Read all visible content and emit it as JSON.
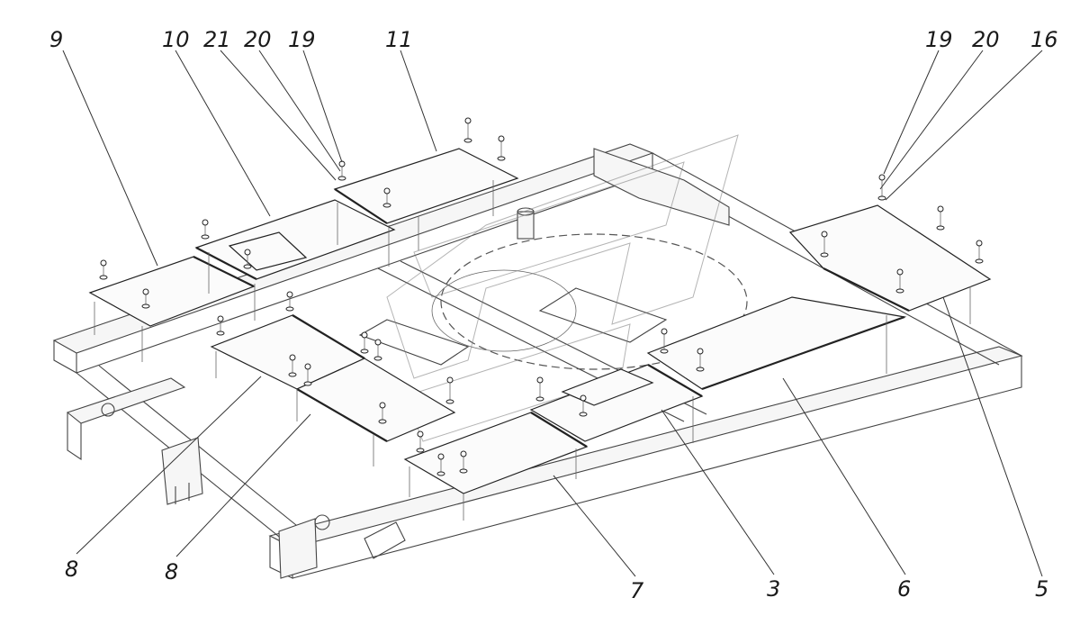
{
  "callouts": {
    "c9": "9",
    "c10": "10",
    "c21": "21",
    "c20a": "20",
    "c19a": "19",
    "c11": "11",
    "c19b": "19",
    "c20b": "20",
    "c16": "16",
    "c8a": "8",
    "c8b": "8",
    "c7": "7",
    "c3": "3",
    "c6": "6",
    "c5": "5"
  }
}
